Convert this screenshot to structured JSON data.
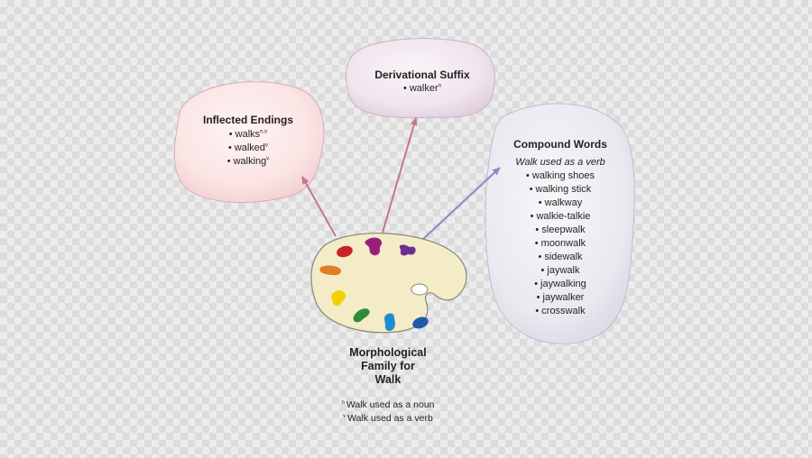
{
  "inflected": {
    "title": "Inflected Endings",
    "items": [
      {
        "word": "walks",
        "mark": "n,v"
      },
      {
        "word": "walked",
        "mark": "v"
      },
      {
        "word": "walking",
        "mark": "v"
      }
    ]
  },
  "derivational": {
    "title": "Derivational Suffix",
    "items": [
      {
        "word": "walker",
        "mark": "n"
      }
    ]
  },
  "compound": {
    "title": "Compound Words",
    "subtitle": "Walk used as a verb",
    "items": [
      "walking shoes",
      "walking stick",
      "walkway",
      "walkie-talkie",
      "sleepwalk",
      "moonwalk",
      "sidewalk",
      "jaywalk",
      "jaywalking",
      "jaywalker",
      "crosswalk"
    ]
  },
  "center": {
    "title_line1": "Morphological",
    "title_line2": "Family for",
    "title_line3": "Walk"
  },
  "legend": [
    {
      "mark": "n",
      "text": "Walk used as a noun"
    },
    {
      "mark": "v",
      "text": "Walk used as a verb"
    }
  ],
  "bullet": "•",
  "colors": {
    "arrow_inflected": "#c4778c",
    "arrow_derivational": "#c4778c",
    "arrow_compound": "#8e8ac4",
    "cloud_inflected": "#fbe3e3",
    "cloud_derivational": "#f0e6ee",
    "cloud_compound": "#ebe8f0",
    "palette": "#f3ecc7"
  }
}
